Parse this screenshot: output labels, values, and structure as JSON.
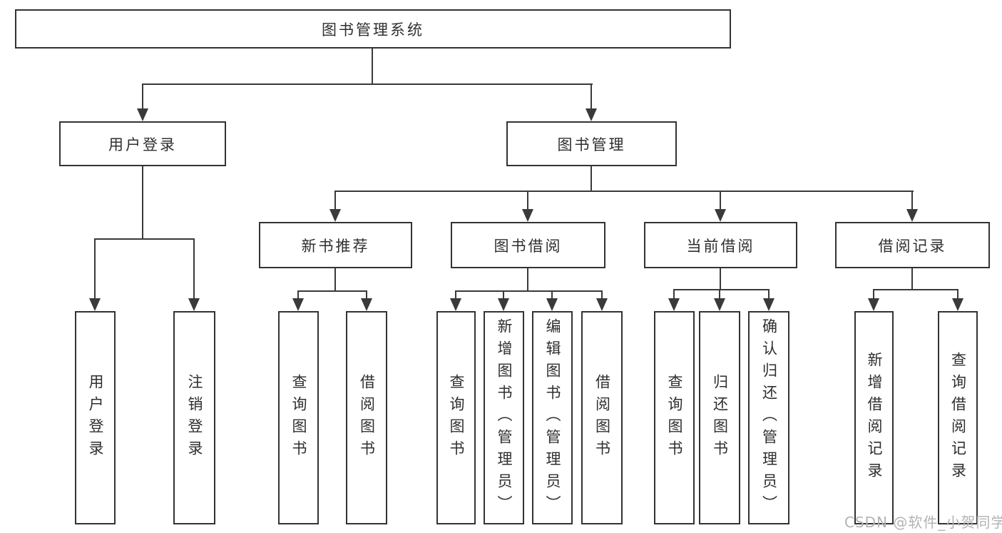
{
  "tree": {
    "root": {
      "label": "图书管理系统"
    },
    "branches": [
      {
        "label": "用户登录",
        "children": [
          {
            "label": "用户登录"
          },
          {
            "label": "注销登录"
          }
        ]
      },
      {
        "label": "图书管理",
        "children": [
          {
            "label": "新书推荐",
            "children": [
              {
                "label": "查询图书"
              },
              {
                "label": "借阅图书"
              }
            ]
          },
          {
            "label": "图书借阅",
            "children": [
              {
                "label": "查询图书"
              },
              {
                "label": "新增图书（管理员）"
              },
              {
                "label": "编辑图书（管理员）"
              },
              {
                "label": "借阅图书"
              }
            ]
          },
          {
            "label": "当前借阅",
            "children": [
              {
                "label": "查询图书"
              },
              {
                "label": "归还图书"
              },
              {
                "label": "确认归还（管理员）"
              }
            ]
          },
          {
            "label": "借阅记录",
            "children": [
              {
                "label": "新增借阅记录"
              },
              {
                "label": "查询借阅记录"
              }
            ]
          }
        ]
      }
    ]
  },
  "watermark": {
    "text": "CSDN @软件_小贺同学"
  },
  "colors": {
    "background": "#ffffff",
    "box_border": "#333333",
    "connector_line": "#3a3a3a",
    "text": "#2f2f2f",
    "watermark_text": "#b3b3b3"
  }
}
